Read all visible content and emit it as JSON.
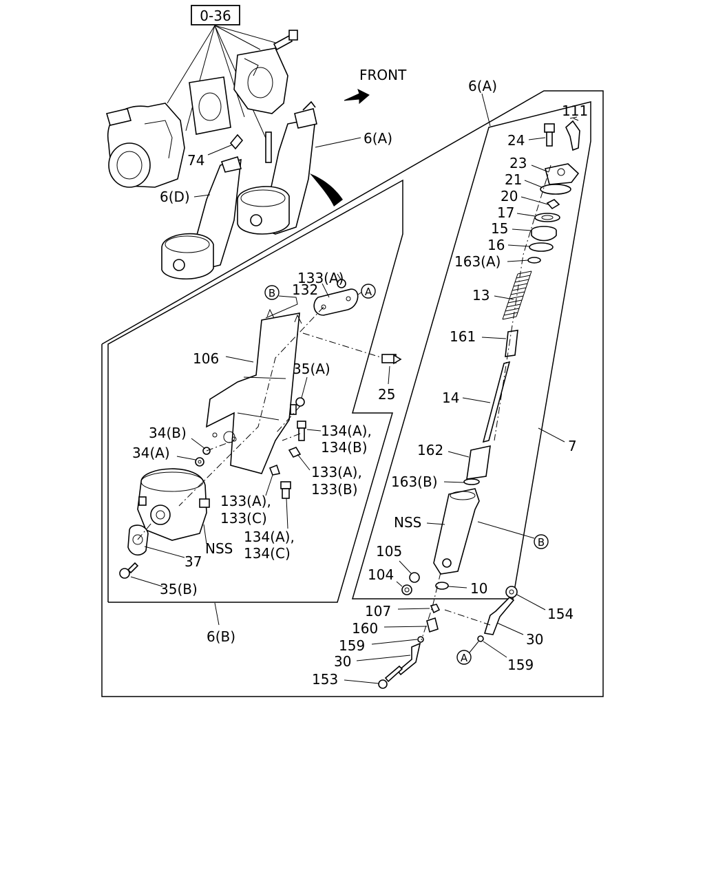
{
  "header": {
    "ref_box": "0-36",
    "front_label": "FRONT"
  },
  "refs": {
    "ref_a": "A",
    "ref_b": "B"
  },
  "labels": {
    "l_6a_top": "6(A)",
    "l_6a_mid": "6(A)",
    "l_74": "74",
    "l_6d": "6(D)",
    "l_111": "111",
    "l_24": "24",
    "l_23": "23",
    "l_21": "21",
    "l_20": "20",
    "l_17": "17",
    "l_15": "15",
    "l_16": "16",
    "l_163a": "163(A)",
    "l_13": "13",
    "l_161": "161",
    "l_14": "14",
    "l_7": "7",
    "l_162": "162",
    "l_163b": "163(B)",
    "l_nss_right": "NSS",
    "l_105": "105",
    "l_104": "104",
    "l_10": "10",
    "l_107": "107",
    "l_160": "160",
    "l_159a": "159",
    "l_30a": "30",
    "l_153": "153",
    "l_154": "154",
    "l_30b": "30",
    "l_159b": "159",
    "l_133a_top": "133(A)",
    "l_132": "132",
    "l_106": "106",
    "l_35a": "35(A)",
    "l_25": "25",
    "l_34b": "34(B)",
    "l_34a": "34(A)",
    "l_134a_1": "134(A),",
    "l_134b": "134(B)",
    "l_133a_2": "133(A),",
    "l_133b": "133(B)",
    "l_133a_3": "133(A),",
    "l_133c": "133(C)",
    "l_134a_2": "134(A),",
    "l_134c": "134(C)",
    "l_nss_left": "NSS",
    "l_37": "37",
    "l_35b": "35(B)",
    "l_6b": "6(B)"
  }
}
